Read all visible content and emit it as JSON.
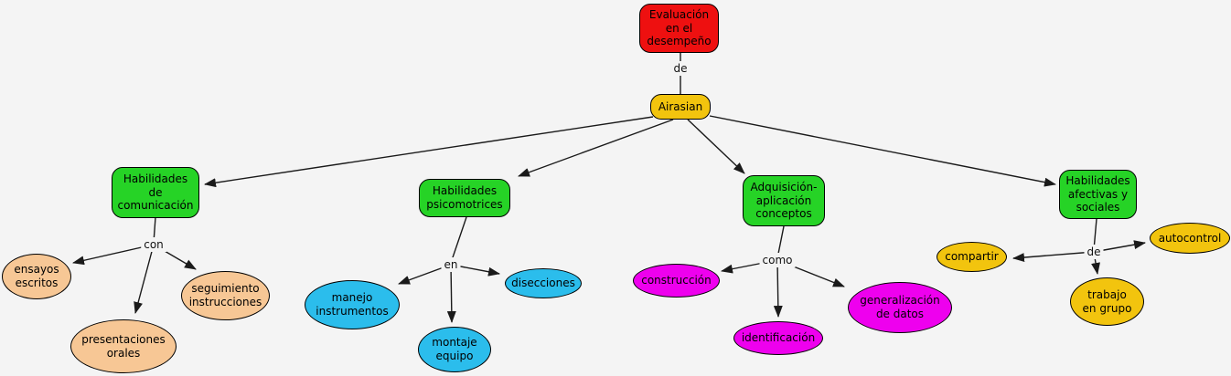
{
  "canvas": {
    "background": "#f4f4f4",
    "line_color": "#1a1a1a"
  },
  "nodes": {
    "evaluacion": {
      "label": "Evaluación\nen el\ndesempeño",
      "fill": "#ee1010"
    },
    "airasian": {
      "label": "Airasian",
      "fill": "#f2c40e"
    },
    "habilidades_comunicacion": {
      "label": "Habilidades\nde\ncomunicación",
      "fill": "#26d326"
    },
    "habilidades_psicomotrices": {
      "label": "Habilidades\npsicomotrices",
      "fill": "#26d326"
    },
    "adquisicion_aplicacion": {
      "label": "Adquisición-\naplicación\nconceptos",
      "fill": "#26d326"
    },
    "habilidades_afectivas": {
      "label": "Habilidades\nafectivas y\nsociales",
      "fill": "#26d326"
    },
    "ensayos_escritos": {
      "label": "ensayos\nescritos",
      "fill": "#f7c795"
    },
    "seguimiento_instrucciones": {
      "label": "seguimiento\ninstrucciones",
      "fill": "#f7c795"
    },
    "presentaciones_orales": {
      "label": "presentaciones\norales",
      "fill": "#f7c795"
    },
    "manejo_instrumentos": {
      "label": "manejo\ninstrumentos",
      "fill": "#2bbdec"
    },
    "montaje_equipo": {
      "label": "montaje\nequipo",
      "fill": "#2bbdec"
    },
    "disecciones": {
      "label": "disecciones",
      "fill": "#2bbdec"
    },
    "construccion": {
      "label": "construcción",
      "fill": "#ee00ee"
    },
    "identificacion": {
      "label": "identificación",
      "fill": "#ee00ee"
    },
    "generalizacion_datos": {
      "label": "generalización\nde datos",
      "fill": "#ee00ee"
    },
    "compartir": {
      "label": "compartir",
      "fill": "#f2c40e"
    },
    "autocontrol": {
      "label": "autocontrol",
      "fill": "#f2c40e"
    },
    "trabajo_grupo": {
      "label": "trabajo\nen grupo",
      "fill": "#f2c40e"
    }
  },
  "link_labels": {
    "de_evaluacion": "de",
    "con": "con",
    "en": "en",
    "como": "como",
    "de_afectivas": "de"
  }
}
